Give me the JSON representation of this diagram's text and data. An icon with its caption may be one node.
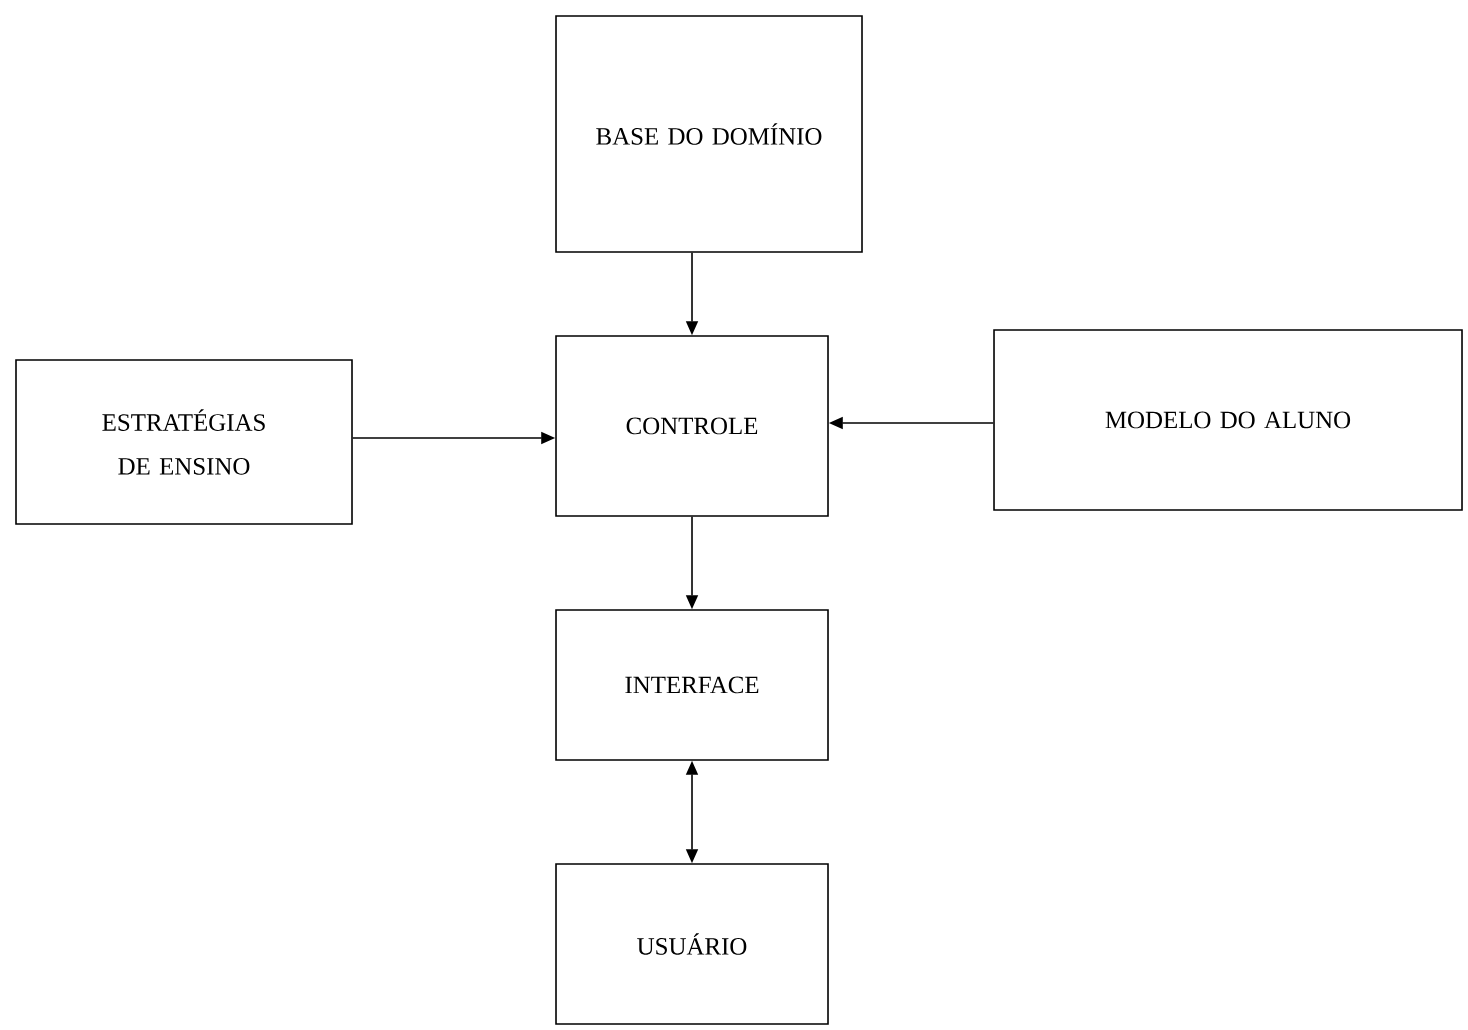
{
  "diagram": {
    "nodes": [
      {
        "text": [
          "BASE DO DOMÍNIO"
        ]
      },
      {
        "text": [
          "ESTRATÉGIAS DE ENSINO"
        ]
      },
      {
        "text": [
          "CONTROLE"
        ]
      },
      {
        "text": [
          "MODELO DO ALUNO"
        ]
      },
      {
        "text": [
          "INTERFACE"
        ]
      },
      {
        "text": [
          "USUÁRIO"
        ]
      }
    ],
    "edges": [
      {
        "from": 0,
        "to": 2,
        "arrow": "to"
      },
      {
        "from": 1,
        "to": 2,
        "arrow": "to"
      },
      {
        "from": 3,
        "to": 2,
        "arrow": "to"
      },
      {
        "from": 2,
        "to": 4,
        "arrow": "to"
      },
      {
        "from": 4,
        "to": 5,
        "arrow": "both"
      }
    ]
  }
}
